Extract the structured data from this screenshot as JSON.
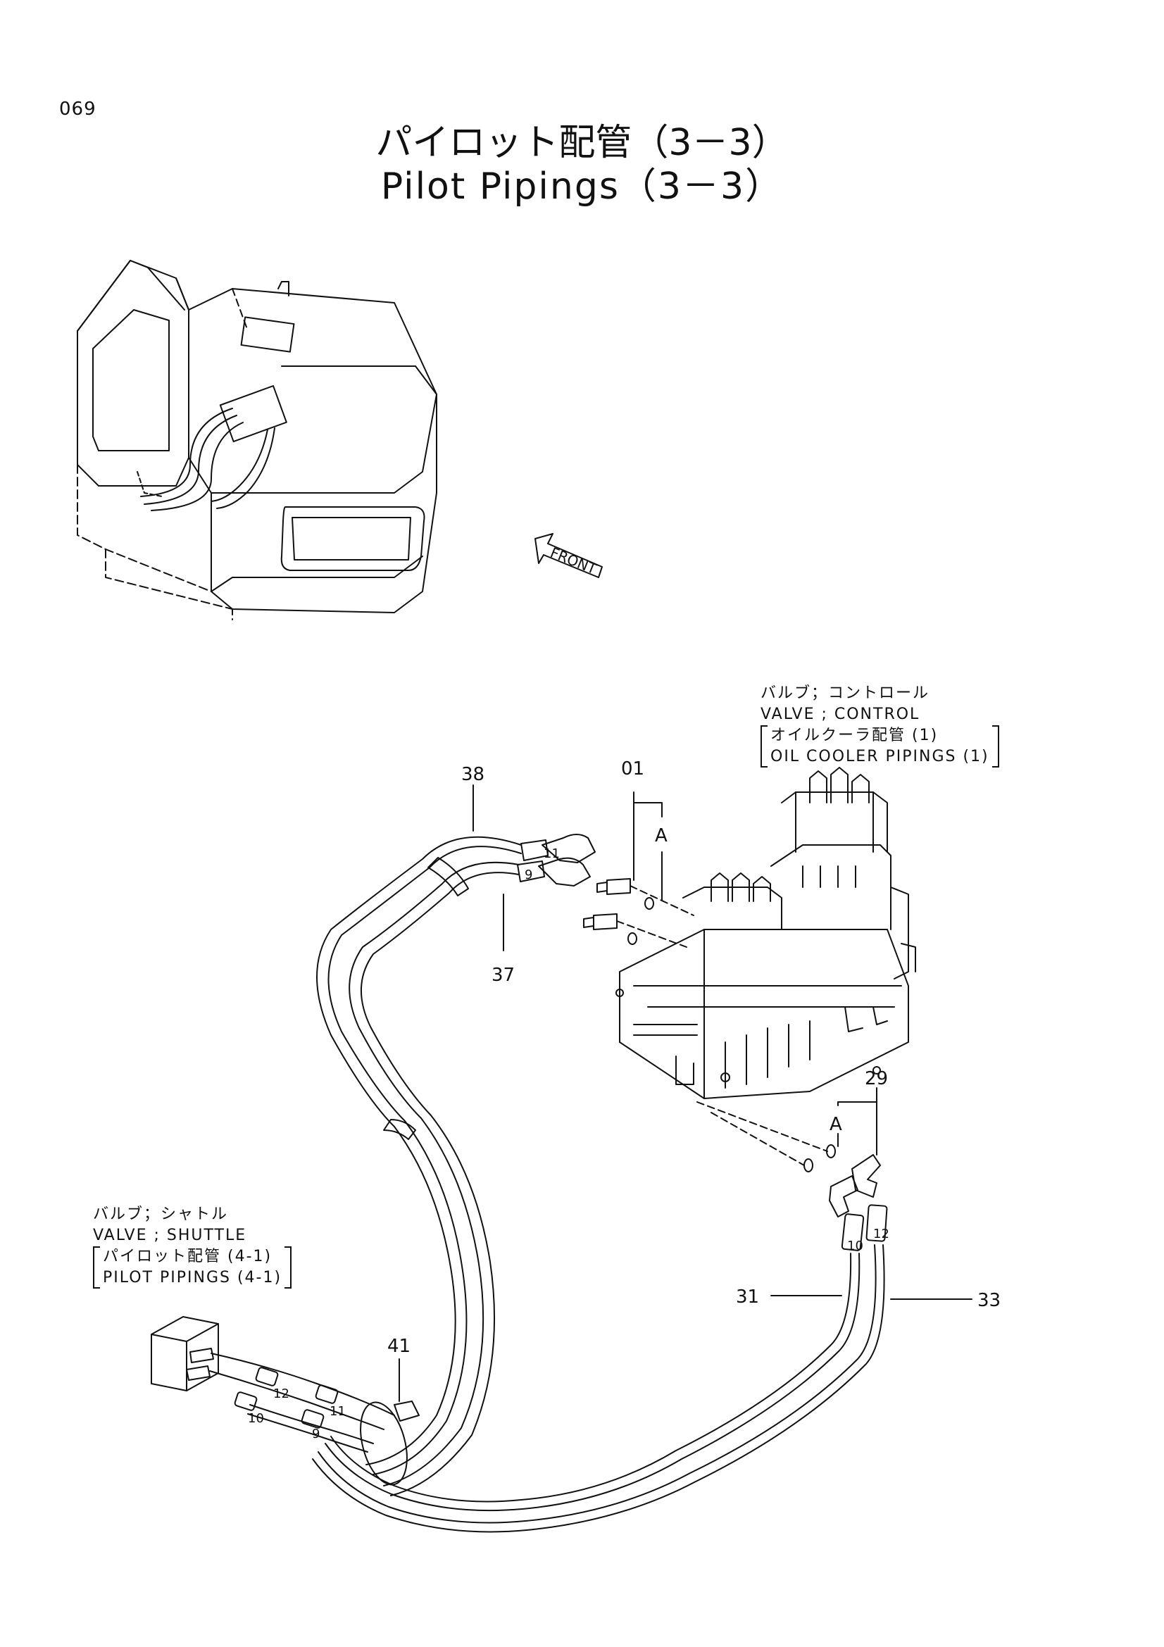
{
  "page_number": "069",
  "title_ja": "パイロット配管（3－3）",
  "title_en": "Pilot Pipings（3－3）",
  "front_label": "FRONT",
  "valve_control": {
    "name_ja": "バルブ；コントロール",
    "name_en": "VALVE ; CONTROL",
    "ref_ja": "オイルクーラ配管 (1)",
    "ref_en": "OIL COOLER PIPINGS (1)"
  },
  "valve_shuttle": {
    "name_ja": "バルブ；シャトル",
    "name_en": "VALVE ; SHUTTLE",
    "ref_ja": "パイロット配管 (4-1)",
    "ref_en": "PILOT PIPINGS (4-1)"
  },
  "part_labels": {
    "p01": "01",
    "p29": "29",
    "p31": "31",
    "p33": "33",
    "p37": "37",
    "p38": "38",
    "p41": "41",
    "a1": "A",
    "a2": "A"
  },
  "fitting_labels": {
    "f11a": "11",
    "f9a": "9",
    "f10a": "10",
    "f12a": "12",
    "f12b": "12",
    "f11b": "11",
    "f10b": "10",
    "f9b": "9"
  }
}
